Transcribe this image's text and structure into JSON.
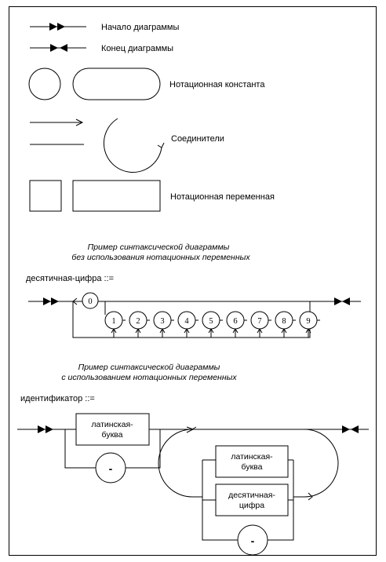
{
  "legend": {
    "start_label": "Начало диаграммы",
    "end_label": "Конец диаграммы",
    "constant_label": "Нотационная константа",
    "connector_label": "Соединители",
    "variable_label": "Нотационная переменная"
  },
  "example1": {
    "caption_line1": "Пример синтаксической диаграммы",
    "caption_line2": "без использования нотационных переменных",
    "rule": "десятичная-цифра ::=",
    "digits": [
      "0",
      "1",
      "2",
      "3",
      "4",
      "5",
      "6",
      "7",
      "8",
      "9"
    ]
  },
  "example2": {
    "caption_line1": "Пример синтаксической диаграммы",
    "caption_line2": "с использованием нотационных переменных",
    "rule": "идентификатор ::=",
    "box_latin_line1": "латинская-",
    "box_latin_line2": "буква",
    "box_digit_line1": "десятичная-",
    "box_digit_line2": "цифра",
    "dash": "-"
  }
}
